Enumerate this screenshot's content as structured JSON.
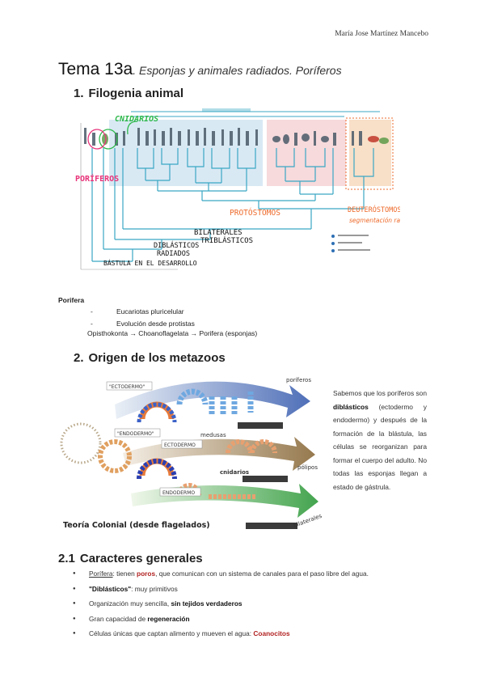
{
  "header": {
    "author": "María Jose Martínez Mancebo"
  },
  "title": {
    "main": "Tema 13a",
    "sub": ". Esponjas y animales radiados. Poríferos"
  },
  "sections": {
    "s1": {
      "num": "1.",
      "label": "Filogenia animal"
    },
    "s2": {
      "num": "2.",
      "label": "Origen de los metazoos"
    },
    "s21": {
      "num": "2.1",
      "label": "Caracteres generales"
    }
  },
  "phylogeny_annotations": {
    "cnidarios": "CNIDARIOS",
    "poriferos": "PORÍFEROS",
    "protostomos": "PROTÓSTOMOS",
    "deuterostomos": "DEUTERÓSTOMOS",
    "segmentacion_radial": "segmentación radial",
    "bilaterales": "BILATERALES",
    "triblasticos": "TRIBLÁSTICOS",
    "diblasticos": "DIBLÁSTICOS",
    "radiados": "RADIADOS",
    "blastula": "BÁSTULA EN EL DESARROLLO"
  },
  "porifera_notes": {
    "label": "Porifera",
    "items": [
      "Eucariotas pluricelular",
      "Evolución desde protistas"
    ],
    "lineage": "Opisthokonta → Choanoflagelata → Porifera (esponjas)"
  },
  "origin_figure": {
    "ectodermo_1": "\"ECTODERMO\"",
    "endodermo_1": "\"ENDODERMO\"",
    "ectodermo_2": "ECTODERMO",
    "endodermo_2": "ENDODERMO",
    "poriferos": "poríferos",
    "medusas": "medusas",
    "cnidarios": "cnidarios",
    "polipos": "pólipos",
    "bilaterales": "bilaterales",
    "caption": "Teoría Colonial (desde flagelados)"
  },
  "origin_text": {
    "t1": "Sabemos que los poríferos son ",
    "b1": "diblásticos",
    "t2": " (ectodermo y endodermo) y después de la formación de la blástula, las células se reorganizan para formar el cuerpo del adulto. No todas las esponjas llegan a estado de gástrula."
  },
  "characters": {
    "i1_u": "Porífera",
    "i1_a": ": tienen ",
    "i1_h": "poros",
    "i1_b": ", que comunican con un sistema de canales para el paso libre del agua.",
    "i2_s": "\"Diblásticos\"",
    "i2_a": ": muy primitivos",
    "i3_a": "Organización muy sencilla, ",
    "i3_s": "sin tejidos verdaderos",
    "i4_a": "Gran capacidad de ",
    "i4_s": "regeneración",
    "i5_a": "Células únicas que captan alimento y mueven el agua: ",
    "i5_h": "Coanocitos"
  },
  "colors": {
    "cyan_tree": "#3aa7c4",
    "panel_blue": "#cfe3f1",
    "panel_pink": "#f4d3d6",
    "panel_peach": "#f7dcc2",
    "annot_green": "#2db84a",
    "annot_pink": "#e8347a",
    "annot_orange": "#ee6a2a",
    "highlight_red": "#b22222"
  }
}
